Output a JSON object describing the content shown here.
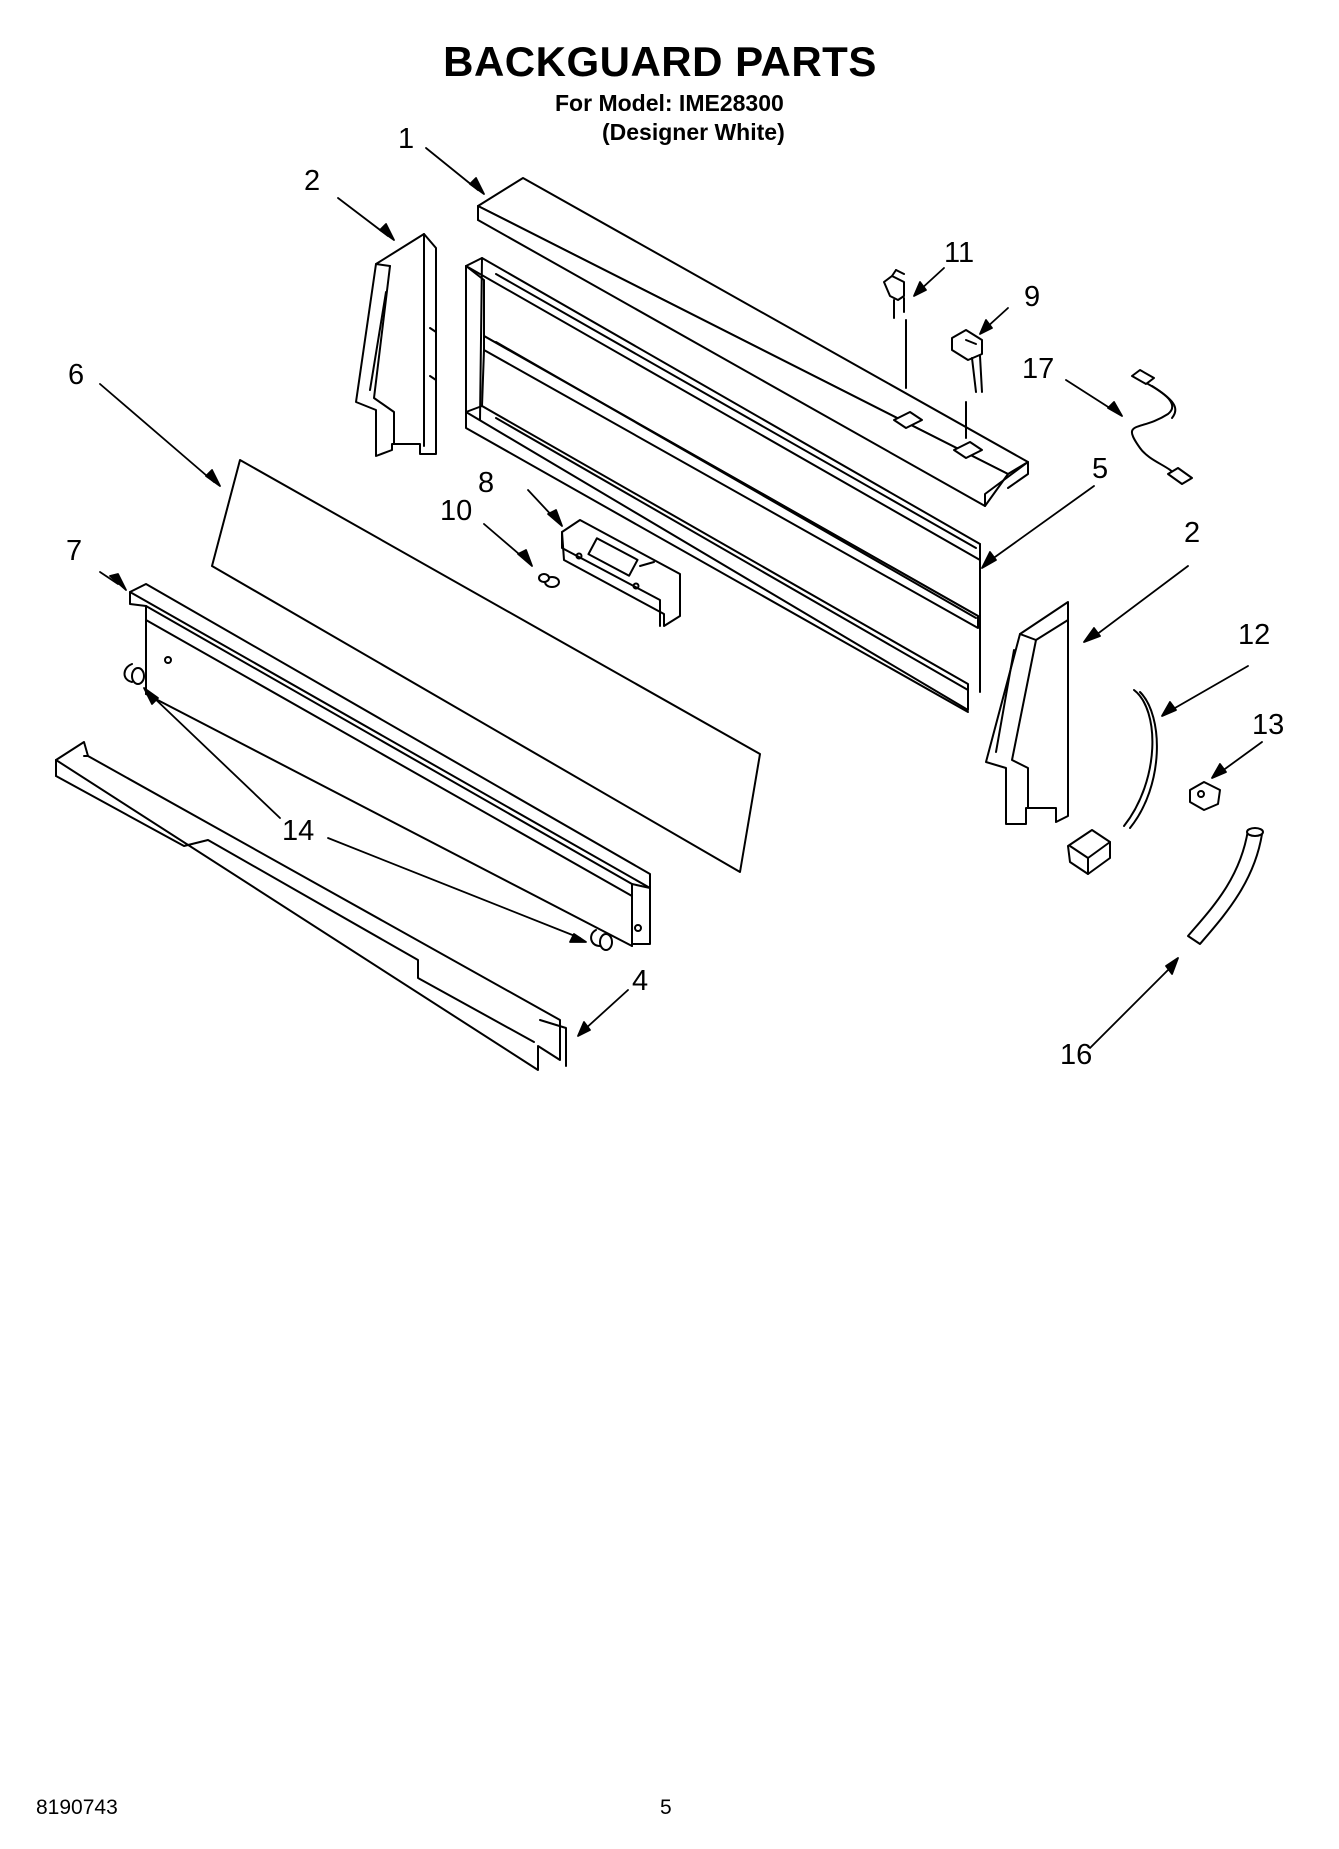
{
  "header": {
    "title": "BACKGUARD PARTS",
    "model_line": "For Model: IME28300",
    "color_line": "(Designer White)"
  },
  "callouts": [
    {
      "id": "c1",
      "label": "1"
    },
    {
      "id": "c2a",
      "label": "2"
    },
    {
      "id": "c2b",
      "label": "2"
    },
    {
      "id": "c4",
      "label": "4"
    },
    {
      "id": "c5",
      "label": "5"
    },
    {
      "id": "c6",
      "label": "6"
    },
    {
      "id": "c7",
      "label": "7"
    },
    {
      "id": "c8",
      "label": "8"
    },
    {
      "id": "c9",
      "label": "9"
    },
    {
      "id": "c10",
      "label": "10"
    },
    {
      "id": "c11",
      "label": "11"
    },
    {
      "id": "c12",
      "label": "12"
    },
    {
      "id": "c13",
      "label": "13"
    },
    {
      "id": "c14",
      "label": "14"
    },
    {
      "id": "c16",
      "label": "16"
    },
    {
      "id": "c17",
      "label": "17"
    }
  ],
  "footer": {
    "doc_number": "8190743",
    "page_number": "5"
  }
}
